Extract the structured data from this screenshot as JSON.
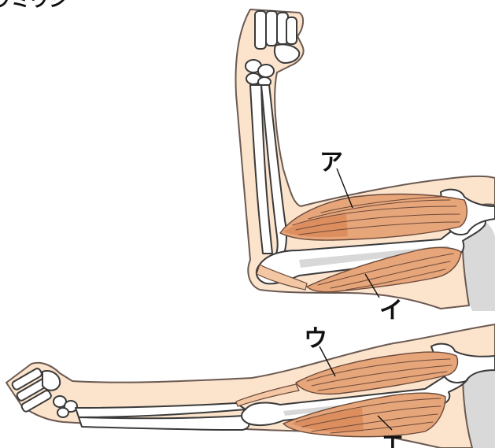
{
  "header": {
    "partial_text": "ウミウシ"
  },
  "labels": {
    "a": "ア",
    "i": "イ",
    "u": "ウ",
    "e": "エ"
  },
  "colors": {
    "skin": "#fbe3cc",
    "muscle": "#e7a57a",
    "bone": "#ffffff",
    "body_gray": "#d9d9d9"
  }
}
